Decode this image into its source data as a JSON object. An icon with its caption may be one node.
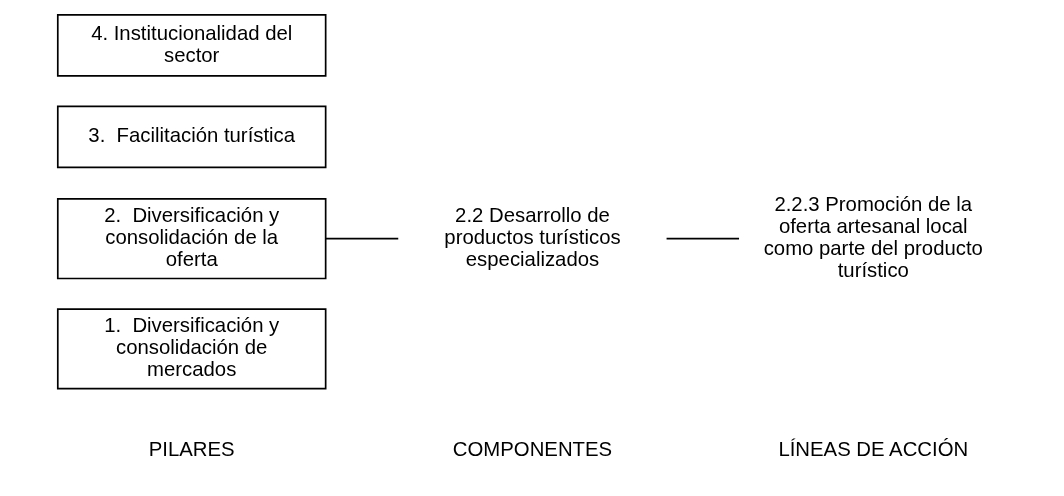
{
  "diagram": {
    "nodes": [
      {
        "text": [
          "1.  Diversificación y consolidación de mercados"
        ]
      },
      {
        "text": [
          "2.  Diversificación y consolidación de la oferta"
        ]
      },
      {
        "text": [
          "3.  Facilitación turística"
        ]
      },
      {
        "text": [
          "4. Institucionalidad del sector"
        ]
      },
      {
        "text": [
          "2.2 Desarrollo de productos turísticos especializados"
        ]
      },
      {
        "text": [
          "2.2.3 Promoción de la oferta artesanal local como parte del producto turístico"
        ]
      }
    ],
    "edges": [
      {
        "from": 1,
        "to": 4,
        "arrow": "none"
      },
      {
        "from": 4,
        "to": 5,
        "arrow": "none"
      }
    ],
    "labels": [
      "PILARES",
      "COMPONENTES",
      "LÍNEAS DE ACCIÓN"
    ]
  }
}
